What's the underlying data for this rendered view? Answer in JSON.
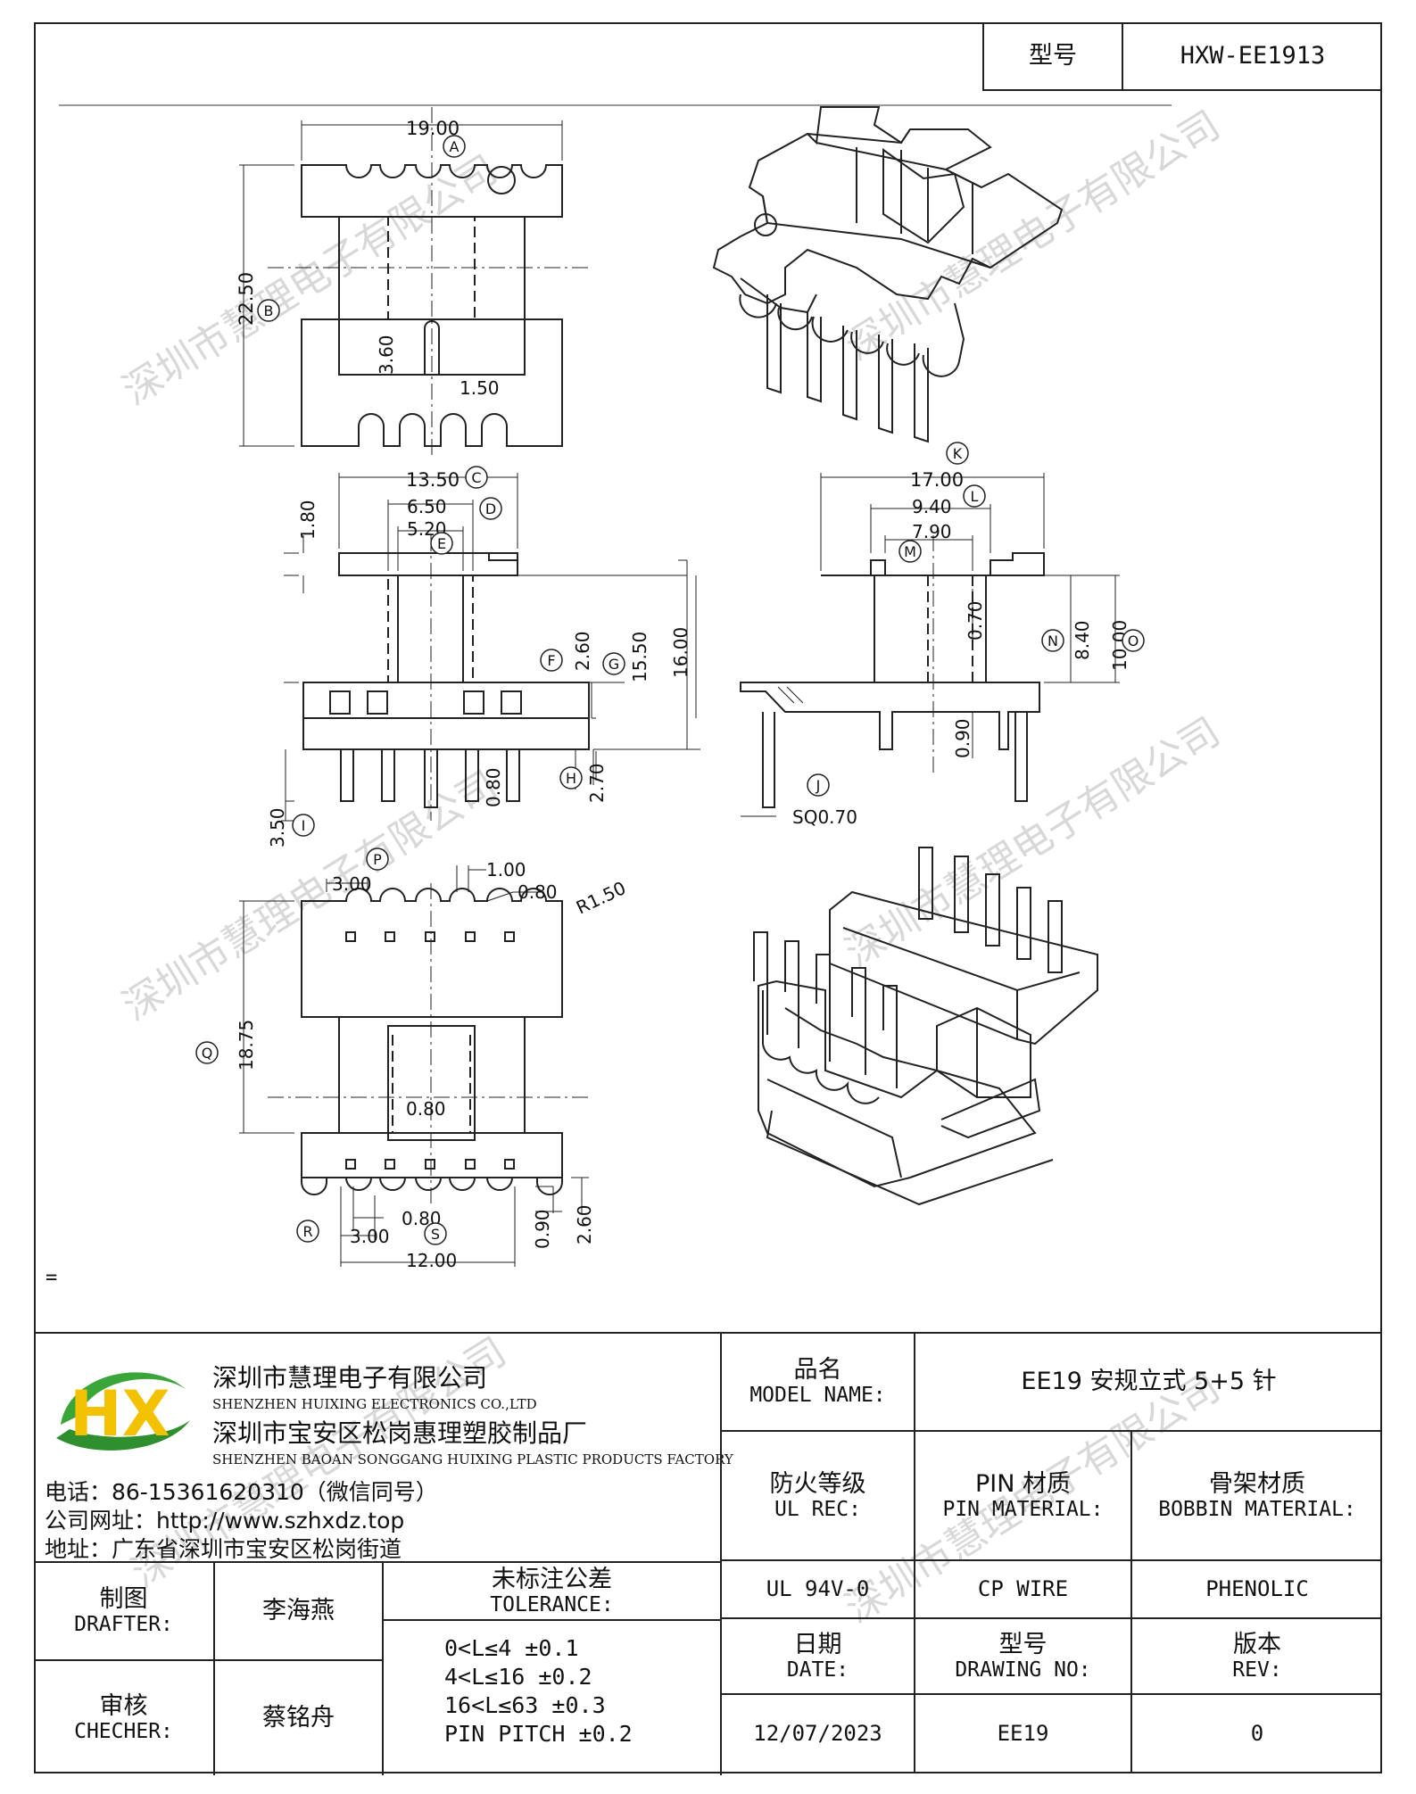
{
  "header": {
    "model_label": "型号",
    "model_value": "HXW-EE1913"
  },
  "dims": {
    "top": {
      "d1": "19.00",
      "d2": "22.50",
      "d3": "3.60",
      "d4": "1.50"
    },
    "front": {
      "d1": "13.50",
      "d2": "6.50",
      "d3": "5.20",
      "d4": "1.80",
      "d5": "2.60",
      "d6": "15.50",
      "d7": "16.00",
      "d8": "2.70",
      "d9": "0.80",
      "d10": "3.50"
    },
    "side": {
      "d1": "17.00",
      "d2": "9.40",
      "d3": "7.90",
      "d4": "0.70",
      "d5": "8.40",
      "d6": "10.00",
      "d7": "0.90",
      "d8": "SQ0.70"
    },
    "bottom": {
      "d1": "3.00",
      "d2": "1.00",
      "d3": "0.80",
      "d4": "R1.50",
      "d5": "18.75",
      "d6": "0.80",
      "d7": "0.80",
      "d8": "3.00",
      "d9": "12.00",
      "d10": "0.90",
      "d11": "2.60"
    }
  },
  "callouts": [
    "A",
    "B",
    "C",
    "D",
    "E",
    "F",
    "G",
    "H",
    "I",
    "J",
    "K",
    "L",
    "M",
    "N",
    "O",
    "P",
    "Q",
    "R",
    "S"
  ],
  "stray_mark": "=",
  "watermark": "深圳市慧理电子有限公司",
  "company": {
    "logo_letters": "HX",
    "name_cn": "深圳市慧理电子有限公司",
    "name_en": "SHENZHEN HUIXING ELECTRONICS CO.,LTD",
    "factory_cn": "深圳市宝安区松岗惠理塑胶制品厂",
    "factory_en": "SHENZHEN BAOAN SONGGANG HUIXING PLASTIC PRODUCTS FACTORY",
    "phone": "电话：86-15361620310（微信同号）",
    "website": "公司网址：http://www.szhxdz.top",
    "address": "地址：广东省深圳市宝安区松岗街道"
  },
  "table": {
    "model_name_cn": "品名",
    "model_name_en": "MODEL NAME:",
    "model_name_value": "EE19 安规立式 5+5 针",
    "ul_cn": "防火等级",
    "ul_en": "UL REC:",
    "pin_cn": "PIN 材质",
    "pin_en": "PIN MATERIAL:",
    "bobbin_cn": "骨架材质",
    "bobbin_en": "BOBBIN MATERIAL:",
    "ul_value": "UL 94V-0",
    "pin_value": "CP WIRE",
    "bobbin_value": "PHENOLIC",
    "drafter_cn": "制图",
    "drafter_en": "DRAFTER:",
    "drafter_name": "李海燕",
    "checker_cn": "审核",
    "checker_en": "CHECHER:",
    "checker_name": "蔡铭舟",
    "tolerance_cn": "未标注公差",
    "tolerance_en": "TOLERANCE:",
    "tolerance_lines": [
      "0<L≤4  ±0.1",
      "4<L≤16 ±0.2",
      "16<L≤63 ±0.3",
      "PIN PITCH ±0.2"
    ],
    "date_cn": "日期",
    "date_en": "DATE:",
    "date_value": "12/07/2023",
    "drawing_cn": "型号",
    "drawing_en": "DRAWING NO:",
    "drawing_value": "EE19",
    "rev_cn": "版本",
    "rev_en": "REV:",
    "rev_value": "0"
  },
  "colors": {
    "line": "#222222",
    "logo_green": "#3aa63a",
    "logo_yellow": "#f2c200",
    "watermark": "#d6d6d6"
  }
}
